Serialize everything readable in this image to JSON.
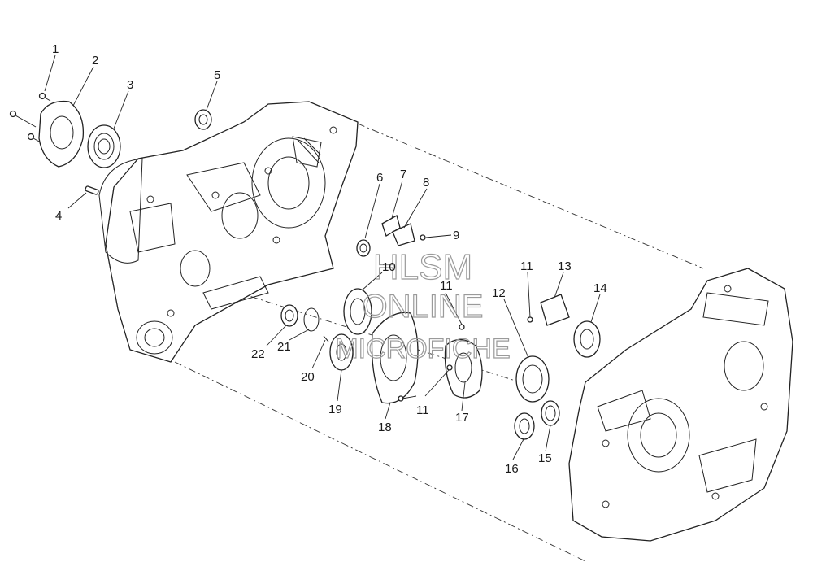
{
  "watermark": {
    "line1": "HLSM",
    "line2": "ONLINE",
    "line3": "MICROFICHE"
  },
  "callouts": [
    "1",
    "2",
    "3",
    "4",
    "5",
    "6",
    "7",
    "8",
    "9",
    "10",
    "11",
    "11",
    "11",
    "12",
    "13",
    "14",
    "15",
    "16",
    "17",
    "18",
    "19",
    "20",
    "21",
    "22"
  ]
}
